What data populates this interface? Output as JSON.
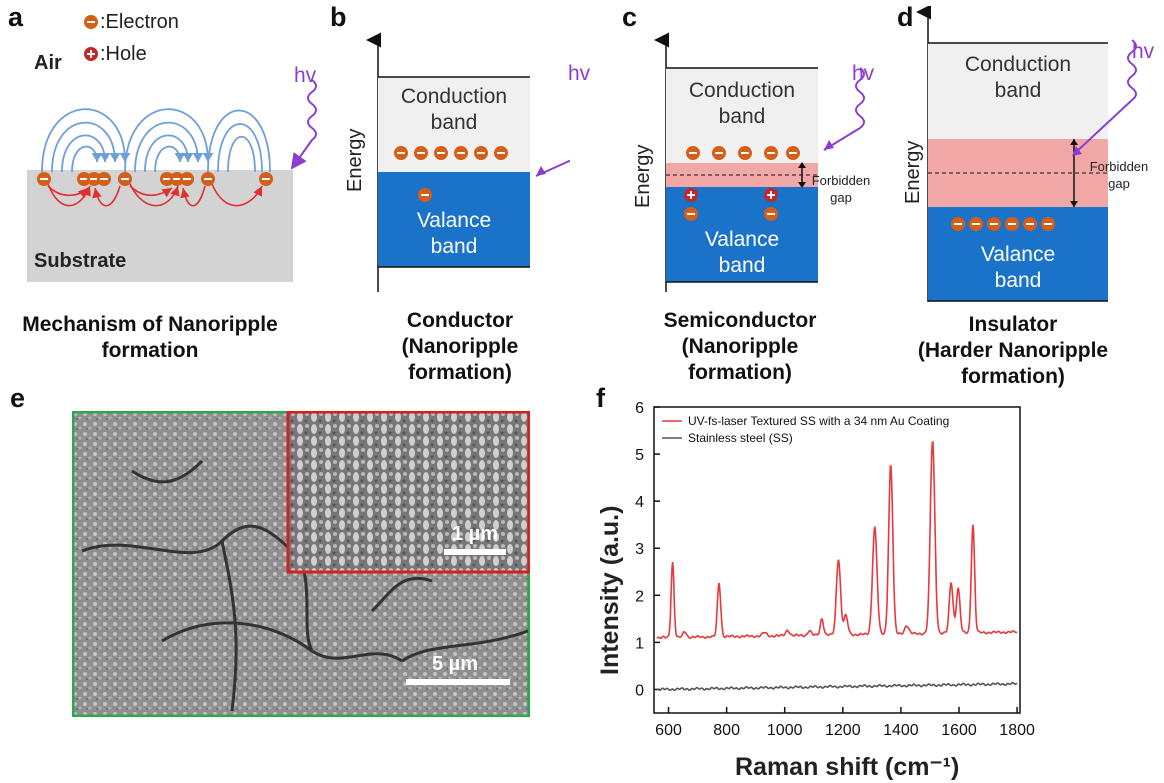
{
  "panels": {
    "a": {
      "letter": "a",
      "legend_electron": ":Electron",
      "legend_hole": ":Hole",
      "air": "Air",
      "hv": "hv",
      "substrate": "Substrate",
      "caption": [
        "Mechanism of Nanoripple",
        "formation"
      ]
    },
    "b": {
      "letter": "b",
      "energy": "Energy",
      "hv": "hv",
      "conduction": [
        "Conduction",
        "band"
      ],
      "valance": [
        "Valance",
        "band"
      ],
      "caption": [
        "Conductor",
        "(Nanoripple",
        "formation)"
      ]
    },
    "c": {
      "letter": "c",
      "energy": "Energy",
      "hv": "hv",
      "conduction": [
        "Conduction",
        "band"
      ],
      "valance": [
        "Valance",
        "band"
      ],
      "gap": [
        "Forbidden",
        "gap"
      ],
      "caption": [
        "Semiconductor",
        "(Nanoripple",
        "formation)"
      ]
    },
    "d": {
      "letter": "d",
      "energy": "Energy",
      "hv": "hv",
      "conduction": [
        "Conduction",
        "band"
      ],
      "valance": [
        "Valance",
        "band"
      ],
      "gap": [
        "Forbidden",
        "gap"
      ],
      "caption": [
        "Insulator",
        "(Harder Nanoripple",
        "formation)"
      ]
    },
    "e": {
      "letter": "e",
      "scale_inset": "1 µm",
      "scale_main": "5 µm"
    },
    "f": {
      "letter": "f",
      "xlabel": "Raman shift (cm⁻¹)",
      "ylabel": "Intensity (a.u.)"
    }
  },
  "colors": {
    "electron": "#d35f1a",
    "hole": "#c0282e",
    "conduction_band": "#f0f0f0",
    "valance_band": "#1a73c8",
    "gap": "#f2a7a7",
    "field_lines": "#6f9fd8",
    "photon": "#8a3fd0",
    "sem_border_outer": "#2ea84a",
    "sem_border_inset": "#d62020"
  },
  "chart_data": {
    "type": "line",
    "title": "",
    "xlabel": "Raman shift (cm⁻¹)",
    "ylabel": "Intensity (a.u.)",
    "xlim": [
      550,
      1810
    ],
    "ylim": [
      -0.5,
      6
    ],
    "xticks": [
      600,
      800,
      1000,
      1200,
      1400,
      1600,
      1800
    ],
    "yticks": [
      0,
      1,
      2,
      3,
      4,
      5,
      6
    ],
    "legend_position": "top-left",
    "series": [
      {
        "name": "UV-fs-laser Textured SS with a 34 nm Au Coating",
        "color": "#e8383b",
        "baseline": 1.1,
        "peaks": [
          {
            "x": 614,
            "y": 2.7,
            "w": 7
          },
          {
            "x": 656,
            "y": 1.22,
            "w": 8
          },
          {
            "x": 774,
            "y": 2.25,
            "w": 8
          },
          {
            "x": 930,
            "y": 1.17,
            "w": 10
          },
          {
            "x": 1010,
            "y": 1.22,
            "w": 9
          },
          {
            "x": 1085,
            "y": 1.2,
            "w": 8
          },
          {
            "x": 1128,
            "y": 1.45,
            "w": 8
          },
          {
            "x": 1185,
            "y": 2.72,
            "w": 10
          },
          {
            "x": 1210,
            "y": 1.5,
            "w": 10
          },
          {
            "x": 1310,
            "y": 3.38,
            "w": 11
          },
          {
            "x": 1365,
            "y": 4.7,
            "w": 10
          },
          {
            "x": 1420,
            "y": 1.28,
            "w": 10
          },
          {
            "x": 1509,
            "y": 5.2,
            "w": 11
          },
          {
            "x": 1573,
            "y": 2.18,
            "w": 9
          },
          {
            "x": 1597,
            "y": 2.05,
            "w": 9
          },
          {
            "x": 1648,
            "y": 3.4,
            "w": 8
          }
        ],
        "end_value": 1.22
      },
      {
        "name": "Stainless steel (SS)",
        "color": "#555555",
        "baseline": 0.0,
        "end_value": 0.12
      }
    ]
  }
}
